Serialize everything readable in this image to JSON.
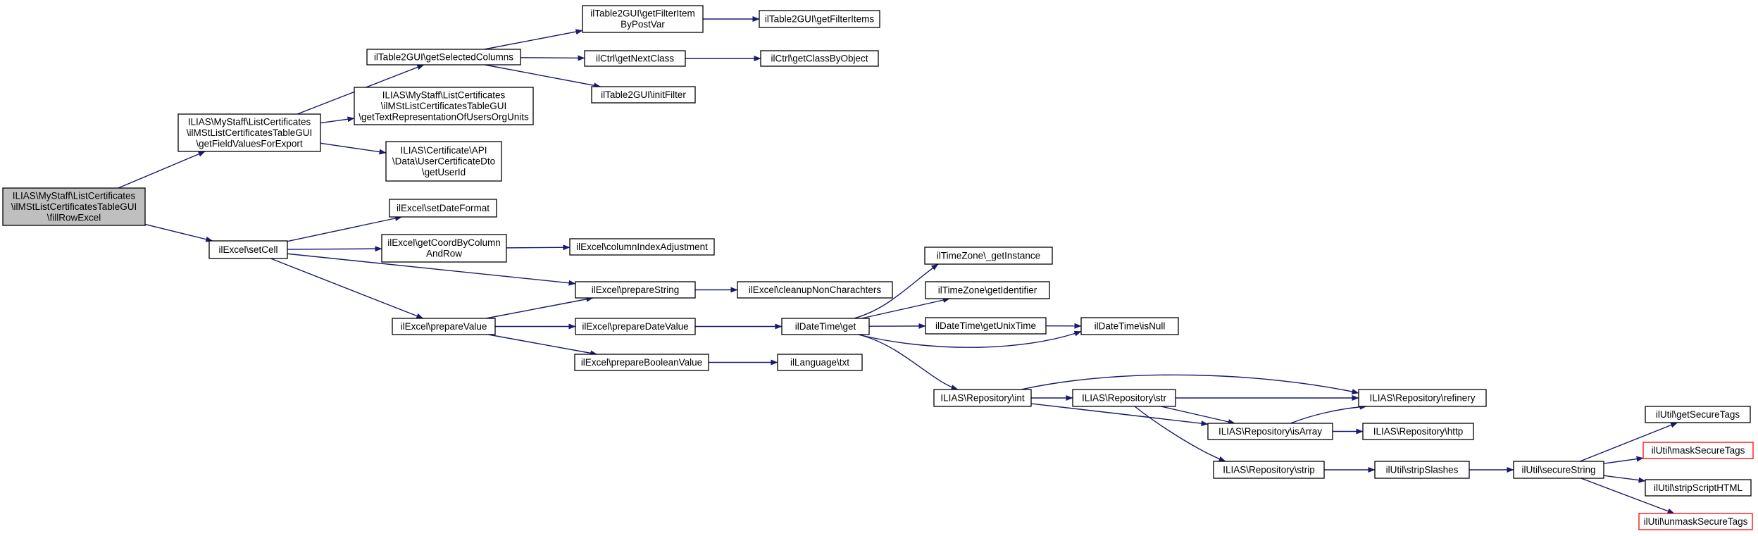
{
  "colors": {
    "edge": "#191970",
    "node_border": "#000000",
    "node_fill": "#ffffff",
    "root_fill": "#bfbfbf",
    "truncated_border": "#ff0000"
  },
  "nodes": [
    {
      "id": "n_fillRowExcel",
      "lines": [
        "ILIAS\\MyStaff\\ListCertificates",
        "\\ilMStListCertificatesTableGUI",
        "\\fillRowExcel"
      ],
      "root": true
    },
    {
      "id": "n_getFieldValuesForExport",
      "lines": [
        "ILIAS\\MyStaff\\ListCertificates",
        "\\ilMStListCertificatesTableGUI",
        "\\getFieldValuesForExport"
      ]
    },
    {
      "id": "n_setCell",
      "lines": [
        "ilExcel\\setCell"
      ]
    },
    {
      "id": "n_getSelectedColumns",
      "lines": [
        "ilTable2GUI\\getSelectedColumns"
      ]
    },
    {
      "id": "n_getTextRepresentationOfUsersOrgUnits",
      "lines": [
        "ILIAS\\MyStaff\\ListCertificates",
        "\\ilMStListCertificatesTableGUI",
        "\\getTextRepresentationOfUsersOrgUnits"
      ]
    },
    {
      "id": "n_getUserId",
      "lines": [
        "ILIAS\\Certificate\\API",
        "\\Data\\UserCertificateDto",
        "\\getUserId"
      ]
    },
    {
      "id": "n_getFilterItemByPostVar",
      "lines": [
        "ilTable2GUI\\getFilterItem",
        "ByPostVar"
      ]
    },
    {
      "id": "n_getFilterItems",
      "lines": [
        "ilTable2GUI\\getFilterItems"
      ]
    },
    {
      "id": "n_getNextClass",
      "lines": [
        "ilCtrl\\getNextClass"
      ]
    },
    {
      "id": "n_getClassByObject",
      "lines": [
        "ilCtrl\\getClassByObject"
      ]
    },
    {
      "id": "n_initFilter",
      "lines": [
        "ilTable2GUI\\initFilter"
      ]
    },
    {
      "id": "n_setDateFormat",
      "lines": [
        "ilExcel\\setDateFormat"
      ]
    },
    {
      "id": "n_getCoordByColumnAndRow",
      "lines": [
        "ilExcel\\getCoordByColumn",
        "AndRow"
      ]
    },
    {
      "id": "n_columnIndexAdjustment",
      "lines": [
        "ilExcel\\columnIndexAdjustment"
      ]
    },
    {
      "id": "n_prepareString",
      "lines": [
        "ilExcel\\prepareString"
      ]
    },
    {
      "id": "n_cleanupNonCharachters",
      "lines": [
        "ilExcel\\cleanupNonCharachters"
      ]
    },
    {
      "id": "n_prepareValue",
      "lines": [
        "ilExcel\\prepareValue"
      ]
    },
    {
      "id": "n_prepareDateValue",
      "lines": [
        "ilExcel\\prepareDateValue"
      ]
    },
    {
      "id": "n_prepareBooleanValue",
      "lines": [
        "ilExcel\\prepareBooleanValue"
      ]
    },
    {
      "id": "n_ilDateTimeGet",
      "lines": [
        "ilDateTime\\get"
      ]
    },
    {
      "id": "n_getInstance",
      "lines": [
        "ilTimeZone\\_getInstance"
      ]
    },
    {
      "id": "n_getIdentifier",
      "lines": [
        "ilTimeZone\\getIdentifier"
      ]
    },
    {
      "id": "n_getUnixTime",
      "lines": [
        "ilDateTime\\getUnixTime"
      ]
    },
    {
      "id": "n_isNull",
      "lines": [
        "ilDateTime\\isNull"
      ]
    },
    {
      "id": "n_txt",
      "lines": [
        "ilLanguage\\txt"
      ]
    },
    {
      "id": "n_repoInt",
      "lines": [
        "ILIAS\\Repository\\int"
      ]
    },
    {
      "id": "n_repoStr",
      "lines": [
        "ILIAS\\Repository\\str"
      ]
    },
    {
      "id": "n_repoRefinery",
      "lines": [
        "ILIAS\\Repository\\refinery"
      ]
    },
    {
      "id": "n_repoIsArray",
      "lines": [
        "ILIAS\\Repository\\isArray"
      ]
    },
    {
      "id": "n_repoHttp",
      "lines": [
        "ILIAS\\Repository\\http"
      ]
    },
    {
      "id": "n_repoStrip",
      "lines": [
        "ILIAS\\Repository\\strip"
      ]
    },
    {
      "id": "n_stripSlashes",
      "lines": [
        "ilUtil\\stripSlashes"
      ]
    },
    {
      "id": "n_secureString",
      "lines": [
        "ilUtil\\secureString"
      ]
    },
    {
      "id": "n_getSecureTags",
      "lines": [
        "ilUtil\\getSecureTags"
      ]
    },
    {
      "id": "n_maskSecureTags",
      "lines": [
        "ilUtil\\maskSecureTags"
      ],
      "truncated": true
    },
    {
      "id": "n_stripScriptHTML",
      "lines": [
        "ilUtil\\stripScriptHTML"
      ]
    },
    {
      "id": "n_unmaskSecureTags",
      "lines": [
        "ilUtil\\unmaskSecureTags"
      ],
      "truncated": true
    }
  ],
  "edges": [
    [
      "n_fillRowExcel",
      "n_getFieldValuesForExport"
    ],
    [
      "n_fillRowExcel",
      "n_setCell"
    ],
    [
      "n_getFieldValuesForExport",
      "n_getSelectedColumns"
    ],
    [
      "n_getFieldValuesForExport",
      "n_getTextRepresentationOfUsersOrgUnits"
    ],
    [
      "n_getFieldValuesForExport",
      "n_getUserId"
    ],
    [
      "n_getSelectedColumns",
      "n_getFilterItemByPostVar"
    ],
    [
      "n_getSelectedColumns",
      "n_getNextClass"
    ],
    [
      "n_getSelectedColumns",
      "n_initFilter"
    ],
    [
      "n_getFilterItemByPostVar",
      "n_getFilterItems"
    ],
    [
      "n_getNextClass",
      "n_getClassByObject"
    ],
    [
      "n_setCell",
      "n_setDateFormat"
    ],
    [
      "n_setCell",
      "n_getCoordByColumnAndRow"
    ],
    [
      "n_setCell",
      "n_prepareString"
    ],
    [
      "n_setCell",
      "n_prepareValue"
    ],
    [
      "n_getCoordByColumnAndRow",
      "n_columnIndexAdjustment"
    ],
    [
      "n_prepareString",
      "n_cleanupNonCharachters"
    ],
    [
      "n_prepareValue",
      "n_prepareString"
    ],
    [
      "n_prepareValue",
      "n_prepareDateValue"
    ],
    [
      "n_prepareValue",
      "n_prepareBooleanValue"
    ],
    [
      "n_prepareDateValue",
      "n_ilDateTimeGet"
    ],
    [
      "n_prepareBooleanValue",
      "n_txt"
    ],
    [
      "n_ilDateTimeGet",
      "n_getInstance"
    ],
    [
      "n_ilDateTimeGet",
      "n_getIdentifier"
    ],
    [
      "n_ilDateTimeGet",
      "n_getUnixTime"
    ],
    [
      "n_ilDateTimeGet",
      "n_isNull"
    ],
    [
      "n_ilDateTimeGet",
      "n_repoInt"
    ],
    [
      "n_getUnixTime",
      "n_isNull"
    ],
    [
      "n_repoInt",
      "n_repoRefinery"
    ],
    [
      "n_repoInt",
      "n_repoStr"
    ],
    [
      "n_repoInt",
      "n_repoIsArray"
    ],
    [
      "n_repoStr",
      "n_repoRefinery"
    ],
    [
      "n_repoStr",
      "n_repoIsArray"
    ],
    [
      "n_repoStr",
      "n_repoStrip"
    ],
    [
      "n_repoIsArray",
      "n_repoRefinery"
    ],
    [
      "n_repoIsArray",
      "n_repoHttp"
    ],
    [
      "n_repoStrip",
      "n_stripSlashes"
    ],
    [
      "n_stripSlashes",
      "n_secureString"
    ],
    [
      "n_secureString",
      "n_getSecureTags"
    ],
    [
      "n_secureString",
      "n_maskSecureTags"
    ],
    [
      "n_secureString",
      "n_stripScriptHTML"
    ],
    [
      "n_secureString",
      "n_unmaskSecureTags"
    ]
  ]
}
